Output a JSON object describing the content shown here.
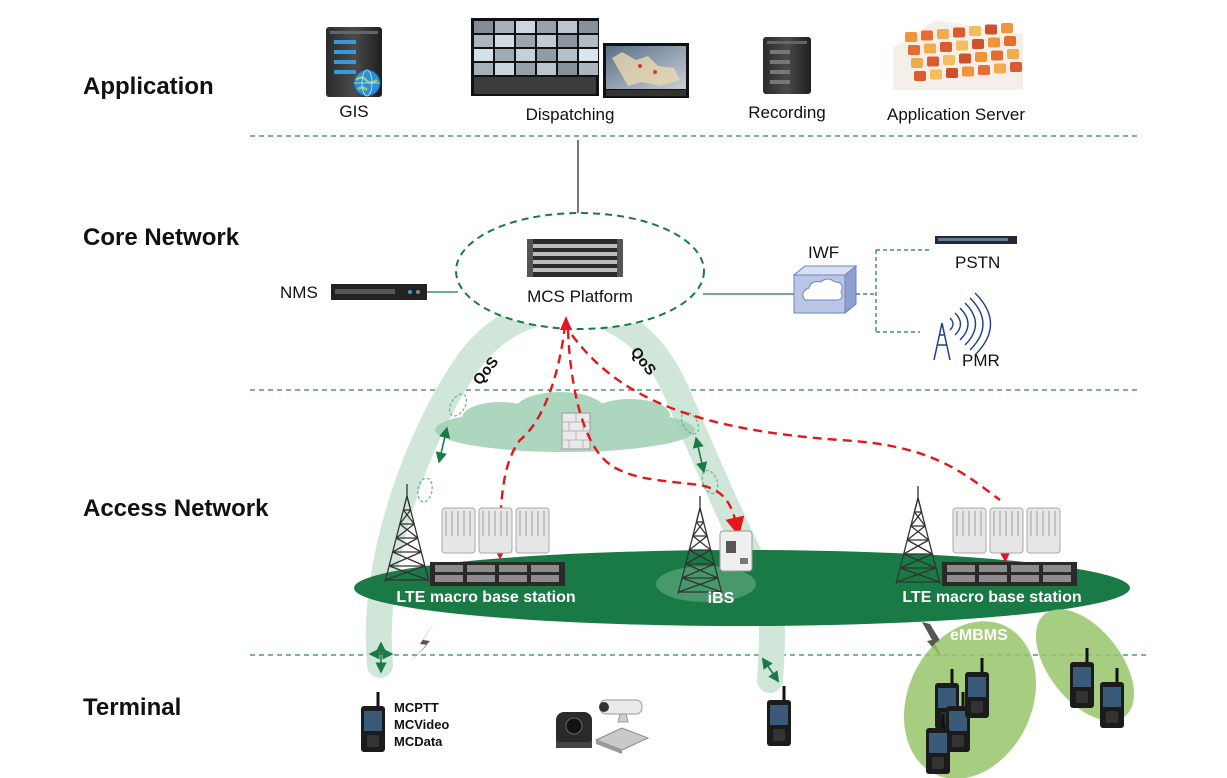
{
  "layers": {
    "application": "Application",
    "core": "Core Network",
    "access": "Access Network",
    "terminal": "Terminal"
  },
  "application": {
    "gis": "GIS",
    "dispatching": "Dispatching",
    "recording": "Recording",
    "app_server": "Application Server"
  },
  "core": {
    "mcs": "MCS Platform",
    "nms": "NMS",
    "iwf": "IWF",
    "pstn": "PSTN",
    "pmr": "PMR",
    "qos_left": "QoS",
    "qos_right": "QoS"
  },
  "access": {
    "lte_left": "LTE macro base station",
    "ibs": "iBS",
    "lte_right": "LTE macro base station"
  },
  "terminal": {
    "embms": "eMBMS",
    "services": [
      "MCPTT",
      "MCVideo",
      "MCData"
    ]
  },
  "colors": {
    "dark_green": "#1a7a45",
    "light_green": "#cfe6d8",
    "leaf_green": "#98c46a",
    "red_dash": "#e3161b",
    "divider": "#2a8a55"
  }
}
